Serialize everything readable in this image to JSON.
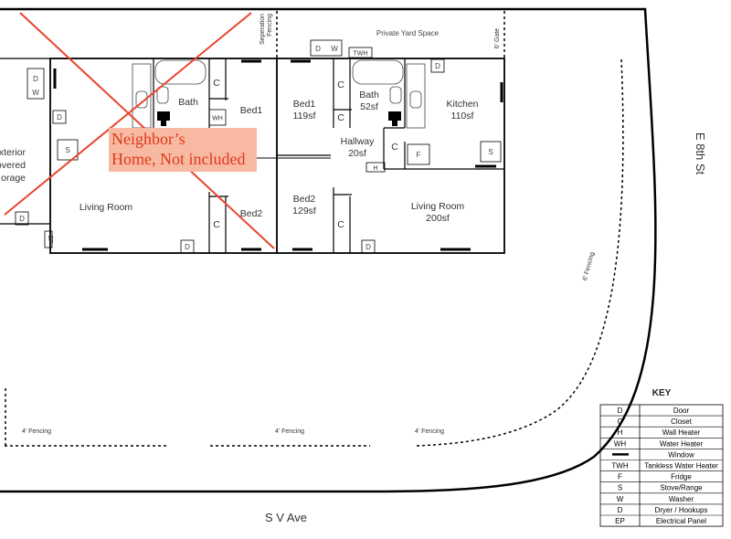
{
  "unit_b": {
    "bed1": {
      "name": "Bed1",
      "area": "119sf"
    },
    "bath": {
      "name": "Bath",
      "area": "52sf"
    },
    "kitchen": {
      "name": "Kitchen",
      "area": "110sf"
    },
    "hallway": {
      "name": "Hallway",
      "area": "20sf"
    },
    "bed2": {
      "name": "Bed2",
      "area": "129sf"
    },
    "living": {
      "name": "Living Room",
      "area": "200sf"
    }
  },
  "unit_a": {
    "bath": "Bath",
    "bed1": "Bed1",
    "bed2": "Bed2",
    "living": "Living Room",
    "exterior_storage": [
      "xterior",
      "overed",
      "orage"
    ]
  },
  "neighbor_label": [
    "Neighbor’s",
    "Home, Not included"
  ],
  "codes": {
    "door": "D",
    "closet": "C",
    "wall_heater": "H",
    "water_heater": "WH",
    "fridge": "F",
    "stove": "S",
    "washer": "W",
    "tankless": "TWH",
    "panel": "EP"
  },
  "labels": {
    "private_yard": "Private Yard Space",
    "separation_fencing": [
      "Seperation",
      "Fencing"
    ],
    "gate": "6' Gate",
    "street_east": "E 8th St",
    "street_south": "S V Ave",
    "fence_4": "4' Fencing",
    "fence_6": "6' Fencing"
  },
  "key": {
    "title": "KEY",
    "rows": [
      {
        "code": "D",
        "desc": "Door"
      },
      {
        "code": "C",
        "desc": "Closet"
      },
      {
        "code": "H",
        "desc": "Wall Heater"
      },
      {
        "code": "WH",
        "desc": "Water Heater"
      },
      {
        "code": "—",
        "desc": "Window"
      },
      {
        "code": "TWH",
        "desc": "Tankless Water Heater"
      },
      {
        "code": "F",
        "desc": "Fridge"
      },
      {
        "code": "S",
        "desc": "Stove/Range"
      },
      {
        "code": "W",
        "desc": "Washer"
      },
      {
        "code": "D",
        "desc": "Dryer / Hookups"
      },
      {
        "code": "EP",
        "desc": "Electrical Panel"
      }
    ]
  },
  "colors": {
    "strike": "#e8452c",
    "label_bg": "#f7b9a2",
    "label_text": "#e0391a"
  }
}
